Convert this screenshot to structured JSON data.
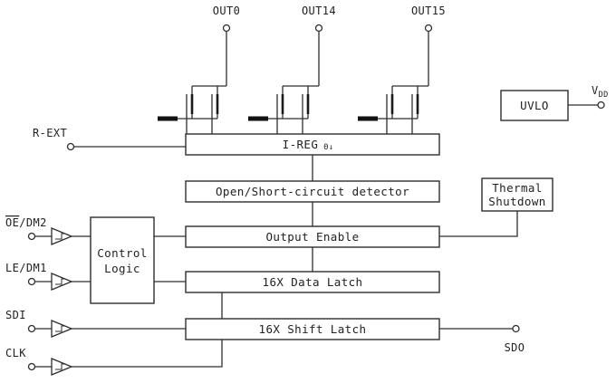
{
  "colors": {
    "line": "#2e2e2e",
    "background": "#ffffff"
  },
  "top_pins": [
    {
      "label": "OUT0"
    },
    {
      "label": "OUT14"
    },
    {
      "label": "OUT15"
    }
  ],
  "power_pin": {
    "main": "V",
    "sub": "DD"
  },
  "blocks": {
    "uvlo": {
      "label": "UVLO"
    },
    "ireg": {
      "label": "I-REG",
      "symbol": "Θ↓"
    },
    "detector": {
      "label": "Open/Short-circuit detector"
    },
    "thermal": {
      "line1": "Thermal",
      "line2": "Shutdown"
    },
    "output_enable": {
      "label": "Output Enable"
    },
    "control_logic": {
      "line1": "Control",
      "line2": "Logic"
    },
    "data_latch": {
      "label": "16X Data Latch"
    },
    "shift_latch": {
      "label": "16X Shift Latch"
    }
  },
  "left_pins": {
    "rext": {
      "label": "R-EXT"
    },
    "oe": {
      "overlined": "OE",
      "rest": "/DM2"
    },
    "le": {
      "label": "LE/DM1"
    },
    "sdi": {
      "label": "SDI"
    },
    "clk": {
      "label": "CLK"
    }
  },
  "right_pins": {
    "sdo": {
      "label": "SDO"
    }
  }
}
